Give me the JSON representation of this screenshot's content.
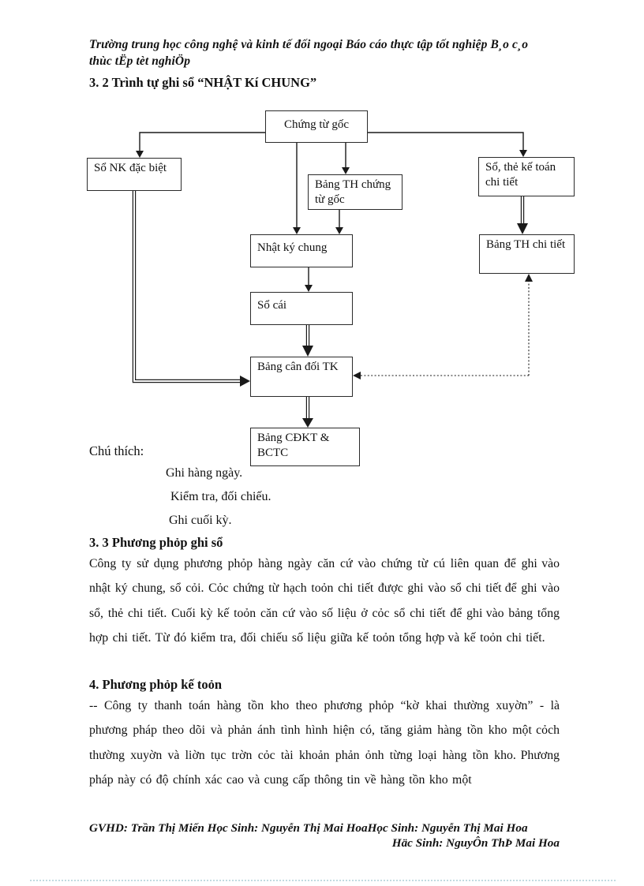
{
  "header": {
    "line1": "Trường trung học công nghệ và kinh tế đối ngoại Báo cáo thực tập tốt nghiệp   B¸o c¸o",
    "line2": "thùc tËp tèt nghiÖp"
  },
  "sections": {
    "s32_title": "3. 2 Trình tự ghi sổ “NHẬT  Kí CHUNG”",
    "s33_title": "3. 3 Phương phỏp  ghi sổ",
    "s4_title": "4. Phương phỏp  kế toỏn"
  },
  "diagram": {
    "nodes": {
      "chung_tu_goc": "Chứng từ gốc",
      "so_nk_dac_biet": "Sổ NK đặc biệt",
      "bang_th_chung_tu_goc": "Bảng TH chứng từ gốc",
      "so_the_ke_toan": "Sổ, thẻ kế toán chi tiết",
      "nhat_ky_chung": "Nhật ký chung",
      "bang_th_chi_tiet": "Bảng TH chi tiết",
      "so_cai": "Sổ cái",
      "bang_can_doi_tk": "Bảng cân đối TK",
      "bang_cdkt_bctc": "Bảng CĐKT & BCTC"
    },
    "legend": {
      "label": "Chú thích:",
      "items": [
        "Ghi hàng ngày.",
        "Kiểm tra, đối chiếu.",
        "Ghi cuối kỳ."
      ]
    }
  },
  "para1": {
    "lines": [
      "Công ty sử dụng phương phỏp hàng ngày căn cứ vào chứng từ cú liên quan để ghi",
      "vào nhật ký chung, sổ cỏi. Cỏc chứng từ hạch toỏn chi tiết được ghi vào sổ chi tiết",
      "để ghi vào sổ, thẻ chi tiết. Cuối kỳ kế toỏn căn cứ vào số liệu ở cỏc sổ chi tiết để ghi",
      "vào bảng tổng hợp chi tiết. Từ đó kiểm tra, đối chiếu số liệu giữa kế toỏn tổng hợp",
      "và kế toỏn chi tiết."
    ]
  },
  "para2": {
    "lines": [
      "-- Công ty thanh toán hàng tồn kho theo phương phỏp “kờ khai thường xuyờn”  - là",
      "phương pháp theo dõi và phản ánh tình hình hiện có, tăng giảm hàng tồn kho một",
      "cỏch thường xuyờn và liờn tục trờn cỏc tài khoản phản ỏnh từng loại hàng tồn kho.",
      "Phương pháp này có độ chính xác cao và cung cấp thông tin về hàng tồn kho một"
    ]
  },
  "footer": {
    "line1": "GVHD: Trần Thị Miến  Học Sinh: Nguyễn Thị Mai HoaHọc Sinh: Nguyễn Thị Mai Hoa",
    "line2": "Häc Sinh: NguyÔn ThÞ Mai Hoa"
  }
}
